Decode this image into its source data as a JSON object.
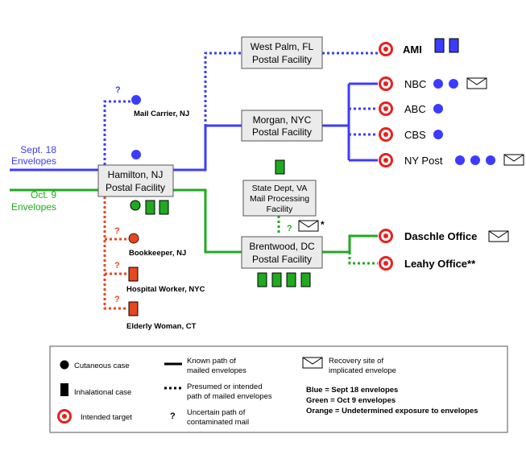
{
  "sources": {
    "sept": {
      "line1": "Sept. 18",
      "line2": "Envelopes",
      "color": "#3c3cff"
    },
    "oct": {
      "line1": "Oct. 9",
      "line2": "Envelopes",
      "color": "#1faa1f"
    }
  },
  "facilities": {
    "hamilton": {
      "line1": "Hamilton, NJ",
      "line2": "Postal Facility"
    },
    "west_palm": {
      "line1": "West Palm, FL",
      "line2": "Postal Facility"
    },
    "morgan": {
      "line1": "Morgan, NYC",
      "line2": "Postal Facility"
    },
    "state_dept": {
      "line1": "State Dept, VA",
      "line2": "Mail Processing",
      "line3": "Facility"
    },
    "brentwood": {
      "line1": "Brentwood, DC",
      "line2": "Postal Facility"
    }
  },
  "targets": {
    "ami": "AMI",
    "nbc": "NBC",
    "abc": "ABC",
    "cbs": "CBS",
    "ny_post": "NY Post",
    "daschle": "Daschle Office",
    "leahy": "Leahy Office**"
  },
  "people": {
    "mail_carrier": "Mail Carrier, NJ",
    "bookkeeper": "Bookkeeper, NJ",
    "hospital_worker": "Hospital Worker, NYC",
    "elderly_woman": "Elderly Woman, CT"
  },
  "marks": {
    "question": "?",
    "state_dept_asterisk": "*"
  },
  "legend": {
    "cutaneous": "Cutaneous case",
    "inhalational": "Inhalational case",
    "intended_target": "Intended target",
    "known_path_1": "Known path of",
    "known_path_2": "mailed envelopes",
    "presumed_1": "Presumed or intended",
    "presumed_2": "path of mailed envelopes",
    "uncertain_1": "Uncertain path of",
    "uncertain_2": "contaminated mail",
    "recovery_1": "Recovery site of",
    "recovery_2": "implicated envelope",
    "blue_line": "Blue      = Sept 18 envelopes",
    "green_line": "Green  = Oct 9 envelopes",
    "orange_line": "Orange = Undetermined exposure to envelopes"
  },
  "colors": {
    "blue": "#3c3cff",
    "green": "#1faa1f",
    "orange": "#e8461e",
    "target_red": "#e8201e",
    "box_fill": "#ebebeb"
  }
}
